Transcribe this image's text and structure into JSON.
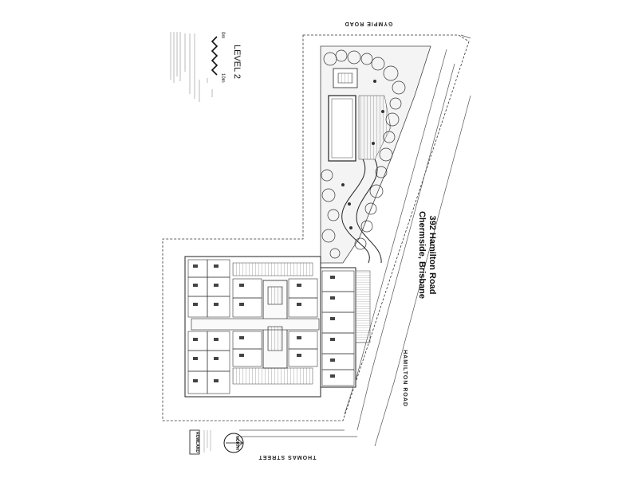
{
  "plan": {
    "level_label": "LEVEL 2",
    "address_line1": "392 Hamilton Road",
    "address_line2": "Chermside, Brisbane",
    "north_label": "NORTH",
    "roads": {
      "gympie": "GYMPIE ROAD",
      "hamilton": "HAMILTON ROAD",
      "thomas": "THOMAS STREET"
    },
    "scale": {
      "start": "0m",
      "end": "10m"
    },
    "brand": "ROWLAND"
  }
}
